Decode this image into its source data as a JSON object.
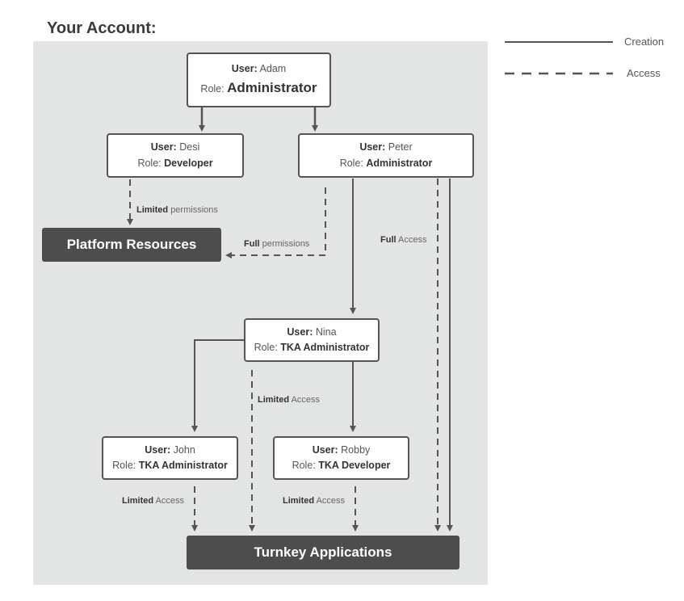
{
  "heading": "Your Account:",
  "legend": {
    "creation": "Creation",
    "access": "Access"
  },
  "nodes": {
    "adam": {
      "user_key": "User:",
      "user": "Adam",
      "role_key": "Role:",
      "role": "Administrator"
    },
    "desi": {
      "user_key": "User:",
      "user": "Desi",
      "role_key": "Role:",
      "role": "Developer"
    },
    "peter": {
      "user_key": "User:",
      "user": "Peter",
      "role_key": "Role:",
      "role": "Administrator"
    },
    "nina": {
      "user_key": "User:",
      "user": "Nina",
      "role_key": "Role:",
      "role": "TKA Administrator"
    },
    "john": {
      "user_key": "User:",
      "user": "John",
      "role_key": "Role:",
      "role": "TKA Administrator"
    },
    "robby": {
      "user_key": "User:",
      "user": "Robby",
      "role_key": "Role:",
      "role": "TKA Developer"
    }
  },
  "resources": {
    "platform": "Platform Resources",
    "turnkey": "Turnkey Applications"
  },
  "edge_labels": {
    "desi_platform": {
      "strong": "Limited",
      "rest": "permissions"
    },
    "peter_platform": {
      "strong": "Full",
      "rest": "permissions"
    },
    "peter_turnkey": {
      "strong": "Full",
      "rest": "Access"
    },
    "nina_turnkey": {
      "strong": "Limited",
      "rest": "Access"
    },
    "john_turnkey": {
      "strong": "Limited",
      "rest": "Access"
    },
    "robby_turnkey": {
      "strong": "Limited",
      "rest": "Access"
    }
  },
  "colors": {
    "line": "#555555",
    "panel": "#e3e4e4",
    "resource_fill": "#4d4d4d"
  }
}
